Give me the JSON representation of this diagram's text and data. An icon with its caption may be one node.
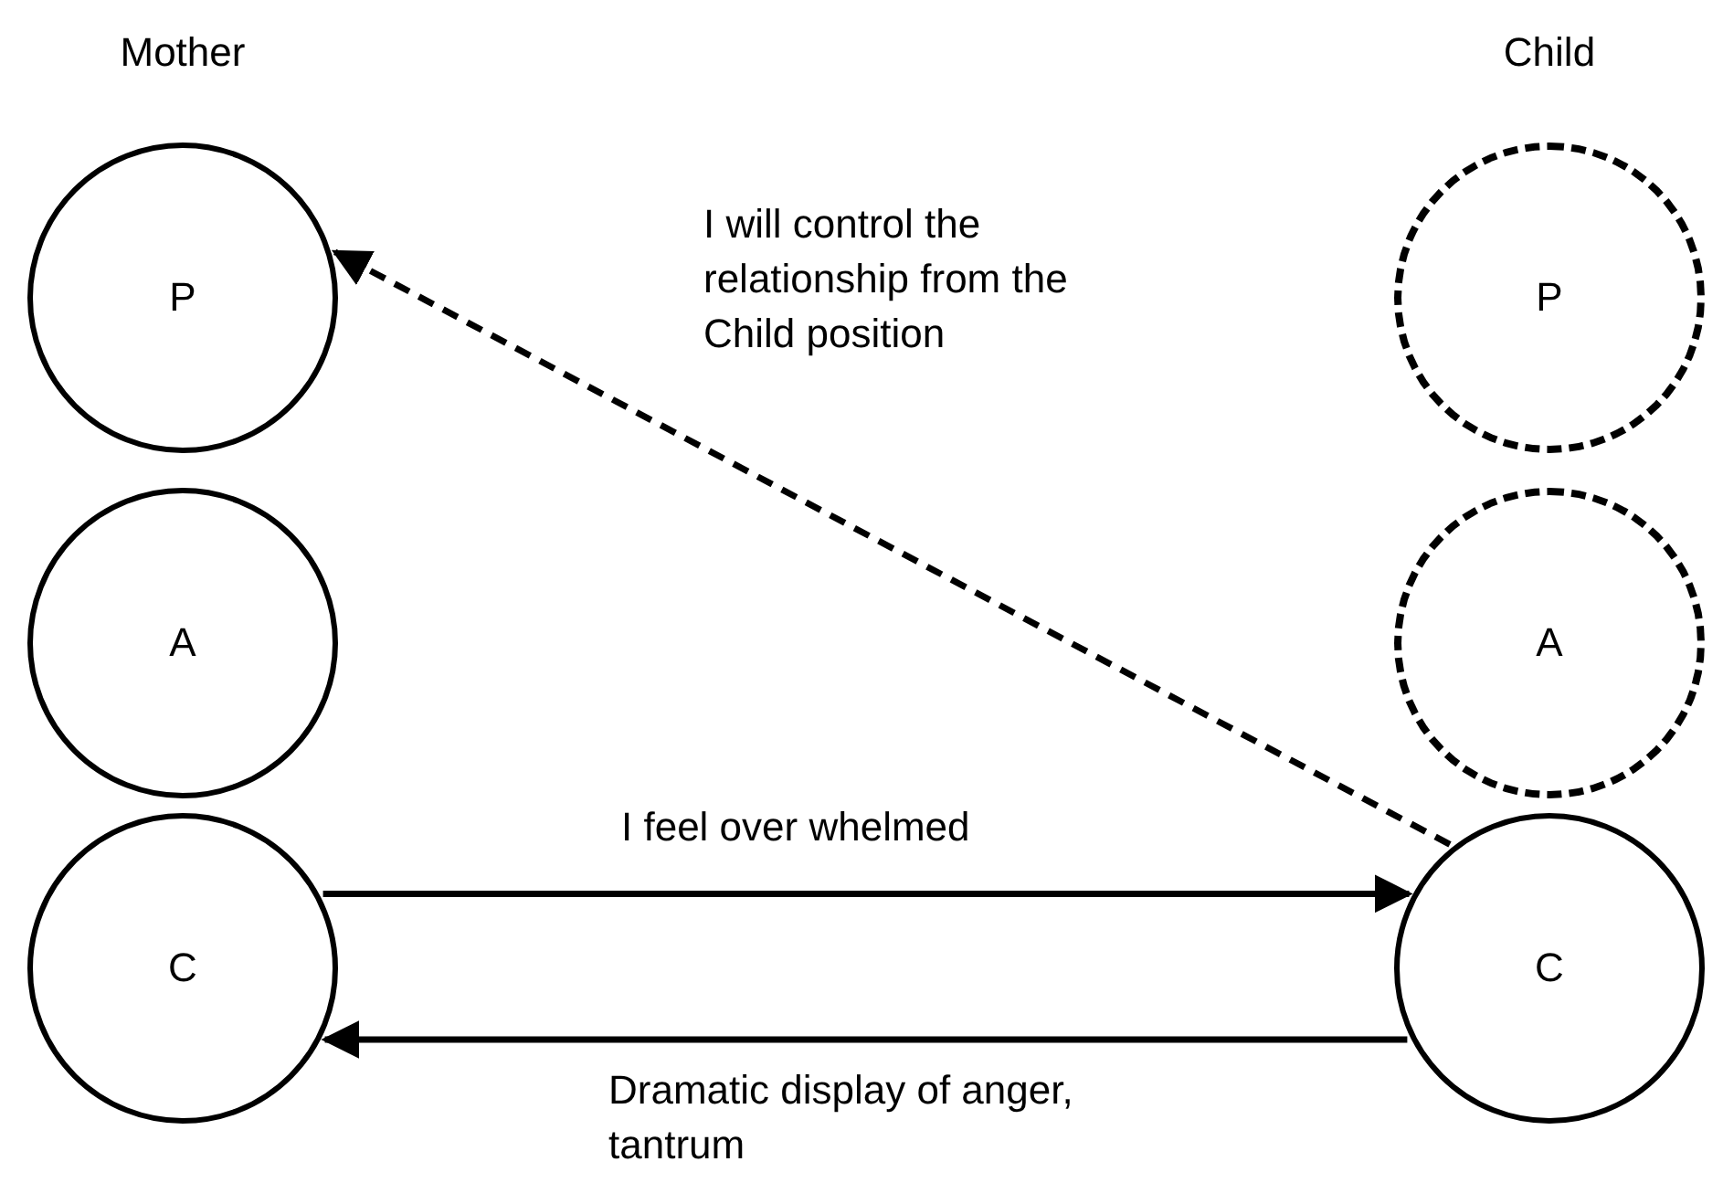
{
  "diagram": {
    "nodes": [
      {
        "text": [
          "P"
        ]
      },
      {
        "text": [
          "A"
        ]
      },
      {
        "text": [
          "C"
        ]
      },
      {
        "text": [
          "P"
        ]
      },
      {
        "text": [
          "A"
        ]
      },
      {
        "text": [
          "C"
        ]
      }
    ],
    "edges": [
      {
        "from": 5,
        "to": 0,
        "arrow": "to",
        "style": "dashed",
        "label": "I will control the relationship from the Child position"
      },
      {
        "from": 2,
        "to": 5,
        "arrow": "to",
        "label": "I feel over whelmed"
      },
      {
        "from": 5,
        "to": 2,
        "arrow": "to",
        "label": "Dramatic display of anger, tantrum"
      }
    ],
    "labels": [
      "Mother",
      "Child"
    ]
  }
}
